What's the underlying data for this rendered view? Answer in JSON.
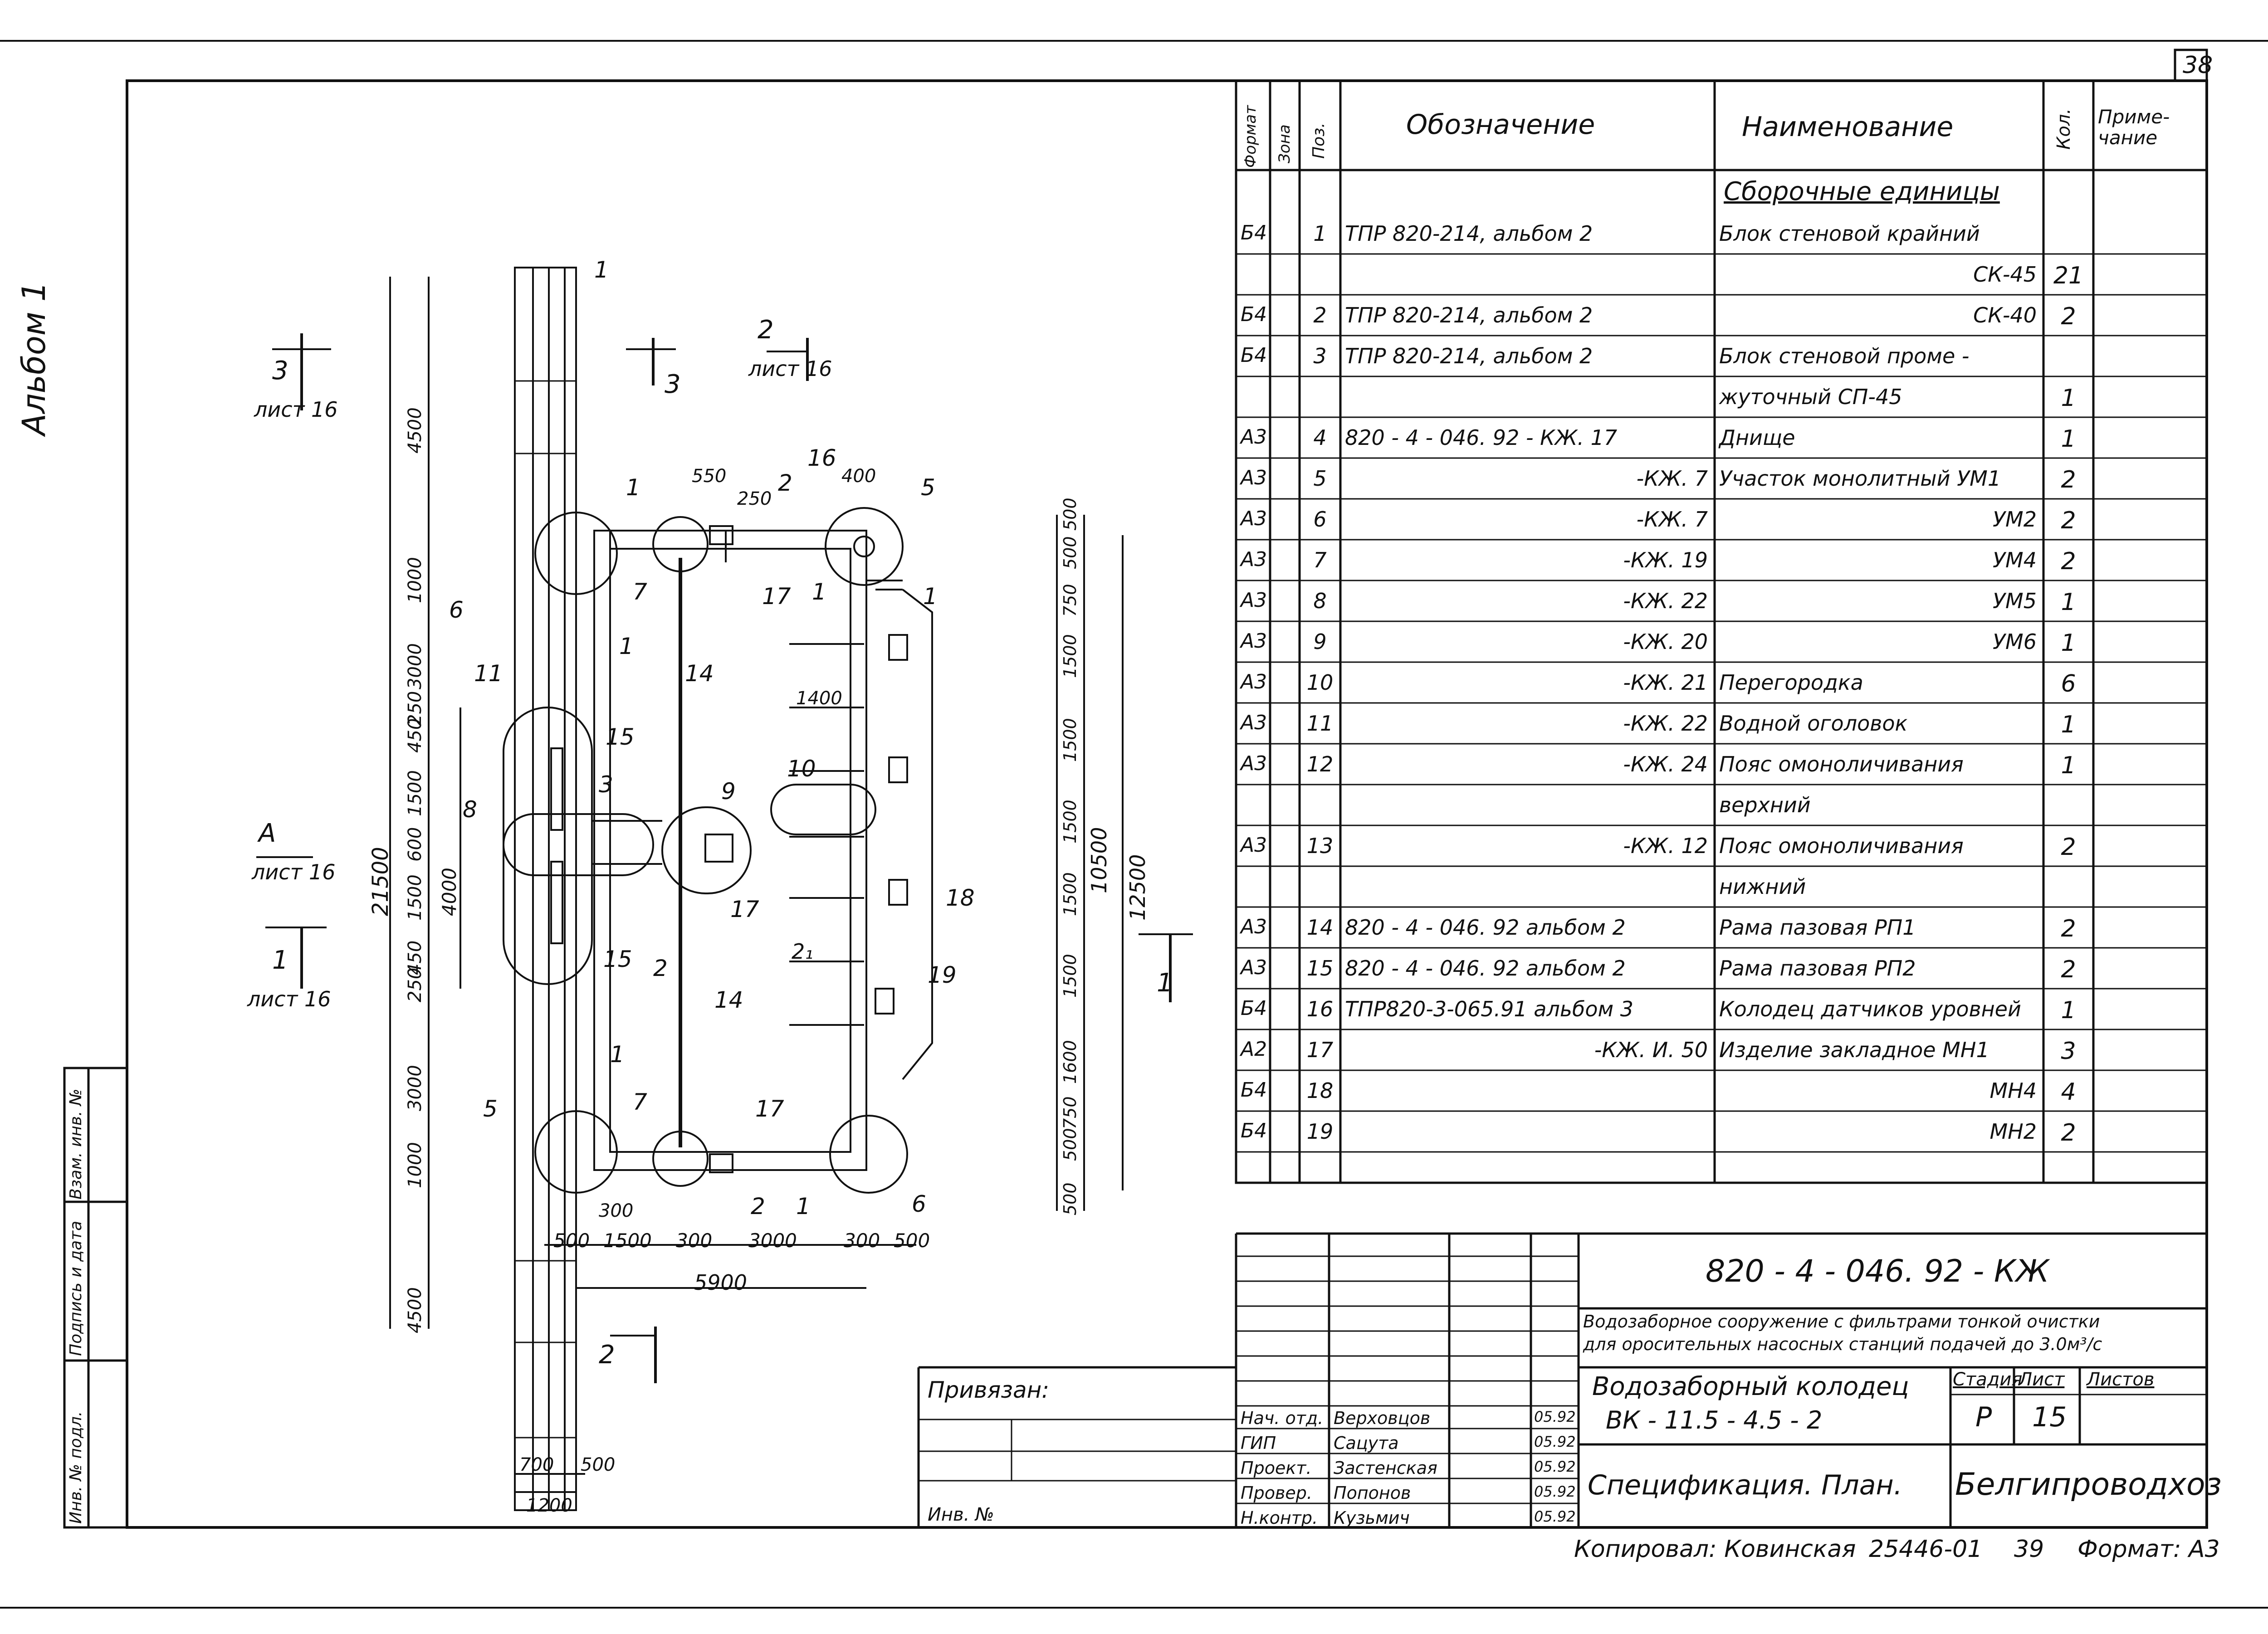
{
  "sheet_number": "38",
  "album_side_label": "Альбом 1",
  "spec_table": {
    "headers": {
      "format": "Формат",
      "zone": "Зона",
      "pos": "Поз.",
      "designation": "Обозначение",
      "name": "Наименование",
      "qty": "Кол.",
      "note": "Приме-чание"
    },
    "section_title": "Сборочные единицы",
    "rows": [
      {
        "format": "Б4",
        "pos": "1",
        "designation": "ТПР 820-214, альбом 2",
        "name": "Блок стеновой крайний",
        "qty": ""
      },
      {
        "format": "",
        "pos": "",
        "designation": "",
        "name": "СК-45",
        "qty": "21"
      },
      {
        "format": "Б4",
        "pos": "2",
        "designation": "ТПР 820-214, альбом 2",
        "name": "СК-40",
        "qty": "2"
      },
      {
        "format": "Б4",
        "pos": "3",
        "designation": "ТПР 820-214, альбом 2",
        "name": "Блок стеновой проме -",
        "qty": ""
      },
      {
        "format": "",
        "pos": "",
        "designation": "",
        "name": "жуточный   СП-45",
        "qty": "1"
      },
      {
        "format": "А3",
        "pos": "4",
        "designation": "820 - 4 - 046. 92 - КЖ. 17",
        "name": "Днище",
        "qty": "1"
      },
      {
        "format": "А3",
        "pos": "5",
        "designation": "-КЖ. 7",
        "name": "Участок монолитный УМ1",
        "qty": "2"
      },
      {
        "format": "А3",
        "pos": "6",
        "designation": "-КЖ. 7",
        "name": "УМ2",
        "qty": "2"
      },
      {
        "format": "А3",
        "pos": "7",
        "designation": "-КЖ. 19",
        "name": "УМ4",
        "qty": "2"
      },
      {
        "format": "А3",
        "pos": "8",
        "designation": "-КЖ. 22",
        "name": "УМ5",
        "qty": "1"
      },
      {
        "format": "А3",
        "pos": "9",
        "designation": "-КЖ. 20",
        "name": "УМ6",
        "qty": "1"
      },
      {
        "format": "А3",
        "pos": "10",
        "designation": "-КЖ. 21",
        "name": "Перегородка",
        "qty": "6"
      },
      {
        "format": "А3",
        "pos": "11",
        "designation": "-КЖ. 22",
        "name": "Водной оголовок",
        "qty": "1"
      },
      {
        "format": "А3",
        "pos": "12",
        "designation": "-КЖ. 24",
        "name": "Пояс омоноличивания",
        "qty": "1"
      },
      {
        "format": "",
        "pos": "",
        "designation": "",
        "name": "верхний",
        "qty": ""
      },
      {
        "format": "А3",
        "pos": "13",
        "designation": "-КЖ. 12",
        "name": "Пояс омоноличивания",
        "qty": "2"
      },
      {
        "format": "",
        "pos": "",
        "designation": "",
        "name": "нижний",
        "qty": ""
      },
      {
        "format": "А3",
        "pos": "14",
        "designation": "820 - 4 - 046. 92     альбом 2",
        "name": "Рама пазовая РП1",
        "qty": "2"
      },
      {
        "format": "А3",
        "pos": "15",
        "designation": "820 - 4 - 046. 92     альбом 2",
        "name": "Рама пазовая РП2",
        "qty": "2"
      },
      {
        "format": "Б4",
        "pos": "16",
        "designation": "ТПР820-3-065.91 альбом 3",
        "name": "Колодец датчиков уровней",
        "qty": "1"
      },
      {
        "format": "А2",
        "pos": "17",
        "designation": "-КЖ. И. 50",
        "name": "Изделие закладное МН1",
        "qty": "3"
      },
      {
        "format": "Б4",
        "pos": "18",
        "designation": "",
        "name": "МН4",
        "qty": "4"
      },
      {
        "format": "Б4",
        "pos": "19",
        "designation": "",
        "name": "МН2",
        "qty": "2"
      }
    ]
  },
  "title_block": {
    "code": "820 - 4 - 046. 92 - КЖ",
    "project_line1": "Водозаборное сооружение с фильтрами тонкой очистки",
    "project_line2": "для оросительных насосных станций подачей до 3.0м³/с",
    "object_line1": "Водозаборный колодец",
    "object_line2": "ВК - 11.5 - 4.5 - 2",
    "sheet_title": "Спецификация. План.",
    "organization": "Белгипроводхоз",
    "stage_label": "Стадия",
    "sheet_label": "Лист",
    "sheets_label": "Листов",
    "stage": "Р",
    "sheet": "15",
    "sheets": "",
    "signatures": [
      {
        "role": "Нач. отд.",
        "name": "Верховцов",
        "date": "05.92"
      },
      {
        "role": "ГИП",
        "name": "Сацута",
        "date": "05.92"
      },
      {
        "role": "Проект.",
        "name": "Застенская",
        "date": "05.92"
      },
      {
        "role": "Провер.",
        "name": "Попонов",
        "date": "05.92"
      },
      {
        "role": "Н.контр.",
        "name": "Кузьмич",
        "date": "05.92"
      }
    ],
    "privyazan": "Привязан:",
    "inv_no": "Инв. №"
  },
  "side_stamp": [
    "Инв. № подл.",
    "Подпись и дата",
    "Взам. инв. №"
  ],
  "footer": {
    "copied": "Копировал: Ковинская",
    "order": "25446-01",
    "page": "39",
    "format": "Формат: А3"
  },
  "plan": {
    "sections": [
      {
        "num": "3",
        "sheet": "лист 16"
      },
      {
        "num": "3",
        "sheet": ""
      },
      {
        "num": "2",
        "sheet": "лист 16"
      },
      {
        "num": "А",
        "sheet": "лист 16"
      },
      {
        "num": "1",
        "sheet": "лист 16"
      },
      {
        "num": "1",
        "sheet": ""
      },
      {
        "num": "2",
        "sheet": ""
      }
    ],
    "dims_left": [
      "4500",
      "1000",
      "3000",
      "250",
      "450",
      "1500",
      "600",
      "1500",
      "450",
      "250",
      "3000",
      "1000",
      "4500"
    ],
    "dim_total": "21500",
    "dim_4000": "4000",
    "dims_right": [
      "500",
      "500",
      "750",
      "1500",
      "1500",
      "1500",
      "1500",
      "1500",
      "1600",
      "750",
      "500",
      "500"
    ],
    "dim_10500": "10500",
    "dim_12500": "12500",
    "dims_bottom": [
      "500",
      "1500",
      "300",
      "3000",
      "300",
      "500"
    ],
    "dim_300": "300",
    "dim_5900": "5900",
    "dims_base": [
      "700",
      "500",
      "1200"
    ],
    "dims_top": [
      "550",
      "250",
      "400",
      "1400"
    ],
    "callouts": [
      "1",
      "1",
      "16",
      "2",
      "5",
      "6",
      "7",
      "17",
      "1",
      "1",
      "11",
      "15",
      "8",
      "3",
      "9",
      "10",
      "17",
      "15",
      "2",
      "18",
      "19",
      "14",
      "14",
      "7",
      "17",
      "2",
      "1",
      "5",
      "6",
      "1",
      "1"
    ],
    "special_label": "2₁"
  }
}
